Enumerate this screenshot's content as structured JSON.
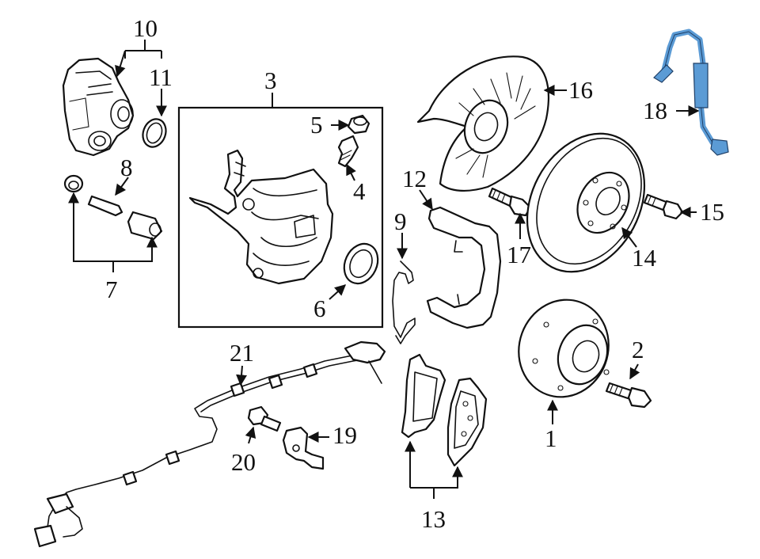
{
  "labels": {
    "p1": "1",
    "p2": "2",
    "p3": "3",
    "p4": "4",
    "p5": "5",
    "p6": "6",
    "p7": "7",
    "p8": "8",
    "p9": "9",
    "p10": "10",
    "p11": "11",
    "p12": "12",
    "p13": "13",
    "p14": "14",
    "p15": "15",
    "p16": "16",
    "p17": "17",
    "p18": "18",
    "p19": "19",
    "p20": "20",
    "p21": "21"
  },
  "colors": {
    "line": "#111111",
    "background": "#ffffff",
    "highlight": "#5b9bd5"
  },
  "highlighted_part": "18"
}
